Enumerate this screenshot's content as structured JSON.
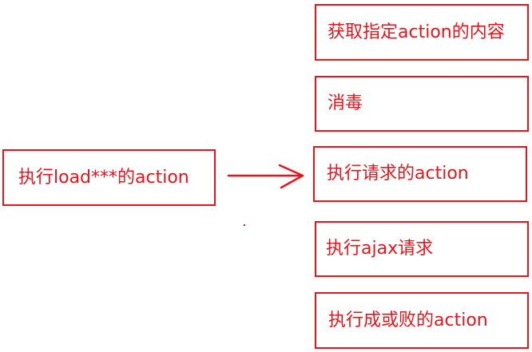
{
  "colors": {
    "stroke": "#e8141c",
    "text": "#e8141c",
    "background": "#ffffff"
  },
  "source": {
    "label": "执行load***的action"
  },
  "steps": [
    {
      "label": "获取指定action的内容"
    },
    {
      "label": "消毒"
    },
    {
      "label": "执行请求的action"
    },
    {
      "label": "执行ajax请求"
    },
    {
      "label": "执行成或败的action"
    }
  ]
}
